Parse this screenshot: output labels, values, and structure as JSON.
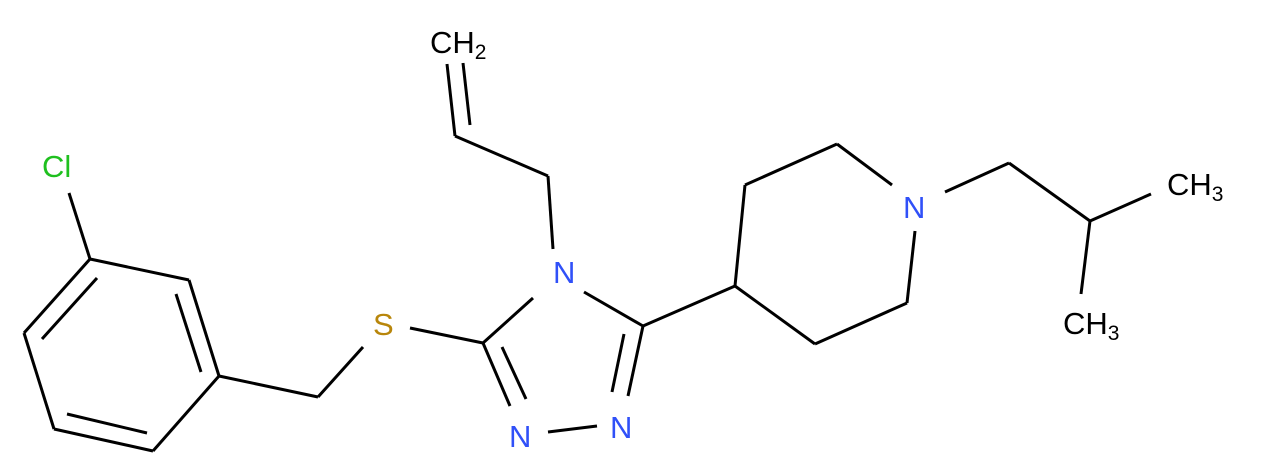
{
  "colors": {
    "carbon": "#000000",
    "nitrogen": "#3050F8",
    "sulfur": "#B8860B",
    "chlorine": "#1FC01F"
  },
  "atoms": {
    "ch2": {
      "main": "CH",
      "sub": "2"
    },
    "cl": "Cl",
    "s": "S",
    "n4": "N",
    "n2": "N",
    "n1": "N",
    "n_pip": "N",
    "ch3_top": {
      "main": "CH",
      "sub": "3"
    },
    "ch3_bottom": {
      "main": "CH",
      "sub": "3"
    }
  }
}
